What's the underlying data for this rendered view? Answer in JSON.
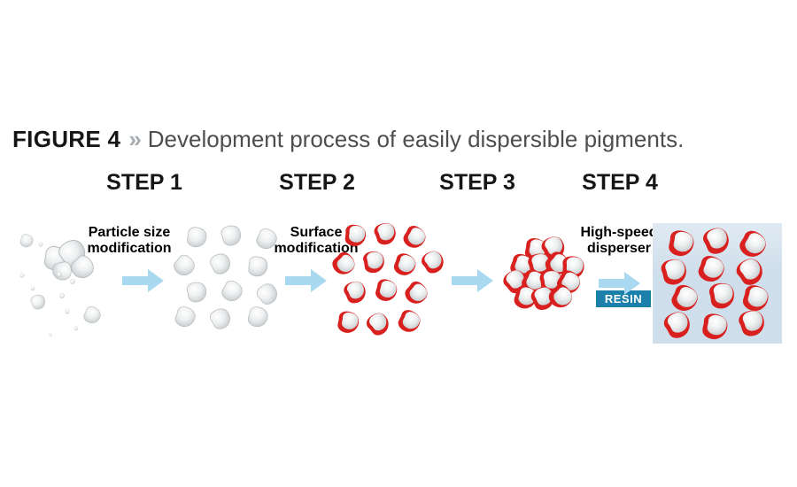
{
  "figure": {
    "label": "FIGURE 4",
    "chevron": "»",
    "caption": "Development process of easily dispersible pigments."
  },
  "steps": [
    {
      "label": "STEP 1",
      "action": "Particle size\nmodification"
    },
    {
      "label": "STEP 2",
      "action": "Surface\nmodification"
    },
    {
      "label": "STEP 3"
    },
    {
      "label": "STEP 4",
      "action": "High-speed\ndisperser",
      "additive": "RESIN"
    }
  ],
  "icons": {
    "transition_arrow": "arrow-right-icon"
  },
  "colors": {
    "pigment_coating_red": "#d8201e",
    "arrow_blue": "#a9d9f0",
    "resin_badge_bg": "#1b80aa",
    "dispersion_panel_bg": "#cfdeeb"
  }
}
